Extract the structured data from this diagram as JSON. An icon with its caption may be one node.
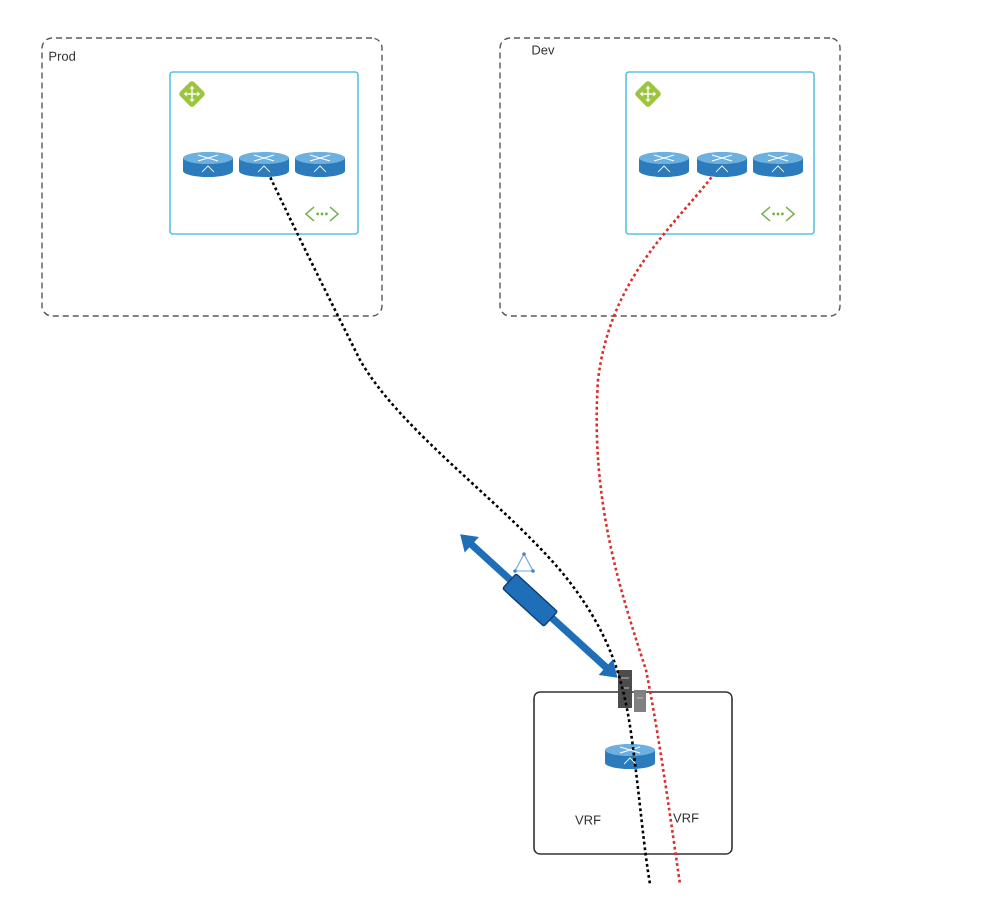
{
  "diagram": {
    "nodes": [
      {
        "text": [
          "Prod"
        ]
      },
      {
        "text": [],
        "shape": "box",
        "in": 0
      },
      {
        "text": [],
        "shape": "cylinder",
        "in": 1
      },
      {
        "text": [
          "Dev"
        ]
      },
      {
        "text": [],
        "shape": "box",
        "in": 3
      },
      {
        "text": [],
        "shape": "cylinder",
        "in": 4
      },
      {
        "text": [
          "VRF",
          "VRF"
        ]
      },
      {
        "text": [],
        "shape": "box"
      }
    ],
    "edges": [
      {
        "from": 2,
        "to": null,
        "arrow": "none",
        "style": "dashed"
      },
      {
        "from": 5,
        "to": null,
        "arrow": "none",
        "style": "dashed",
        "color": "#d9302c"
      },
      {
        "from": null,
        "to": 7,
        "arrow": "both",
        "style": "thick",
        "color": "#1e6fb8"
      }
    ]
  }
}
